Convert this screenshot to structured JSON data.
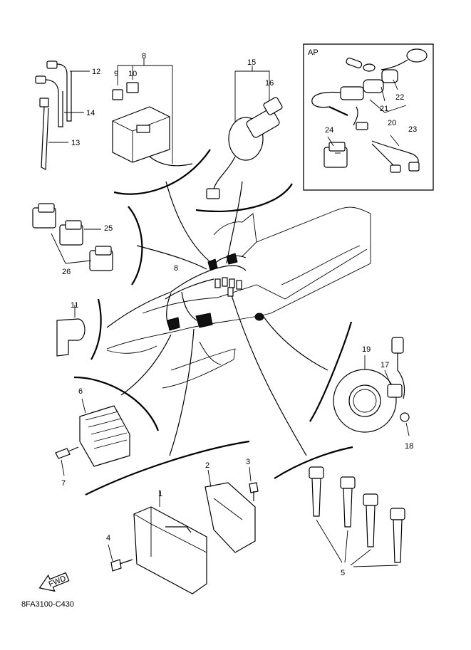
{
  "box_label": "AP",
  "callouts": [
    "1",
    "2",
    "3",
    "4",
    "5",
    "6",
    "7",
    "8",
    "9",
    "10",
    "11",
    "12",
    "13",
    "14",
    "15",
    "16",
    "17",
    "18",
    "19",
    "20",
    "21",
    "22",
    "23",
    "24",
    "25",
    "26"
  ],
  "direction_marker": "FWD",
  "drawing_code": "8FA3100-C430"
}
